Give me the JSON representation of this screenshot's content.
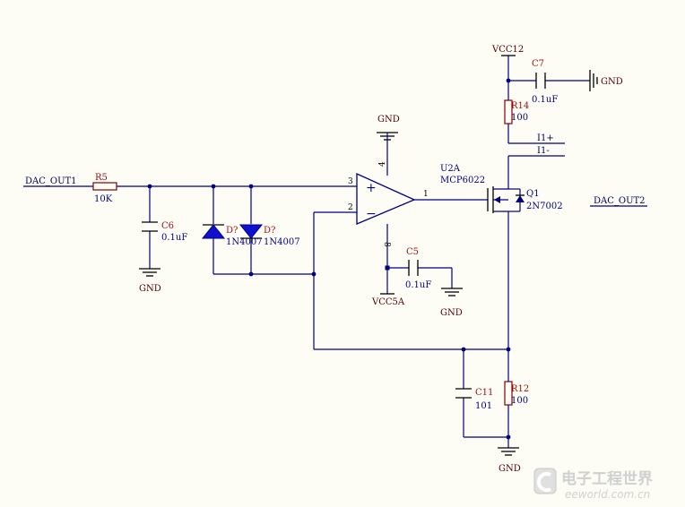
{
  "nets": {
    "dac_out1": "DAC_OUT1",
    "dac_out2": "DAC_OUT2",
    "vcc12": "VCC12",
    "vcc5a": "VCC5A",
    "i1_plus": "I1+",
    "i1_minus": "I1-"
  },
  "gnd_label": "GND",
  "components": {
    "r5": {
      "ref": "R5",
      "value": "10K"
    },
    "c6": {
      "ref": "C6",
      "value": "0.1uF"
    },
    "d1": {
      "ref": "D?",
      "value": "1N4007"
    },
    "d2": {
      "ref": "D?",
      "value": "1N4007"
    },
    "u2a": {
      "ref": "U2A",
      "value": "MCP6022"
    },
    "c5": {
      "ref": "C5",
      "value": "0.1uF"
    },
    "q1": {
      "ref": "Q1",
      "value": "2N7002"
    },
    "c7": {
      "ref": "C7",
      "value": "0.1uF"
    },
    "r14": {
      "ref": "R14",
      "value": "100"
    },
    "c11": {
      "ref": "C11",
      "value": "101"
    },
    "r12": {
      "ref": "R12",
      "value": "100"
    }
  },
  "opamp_pins": {
    "in_plus": "3",
    "in_minus": "2",
    "out": "1",
    "vplus": "4",
    "vminus": "8",
    "plus_sign": "+",
    "minus_sign": "−"
  },
  "watermark": {
    "cn": "电子工程世界",
    "en": "eeworld.com.cn"
  }
}
